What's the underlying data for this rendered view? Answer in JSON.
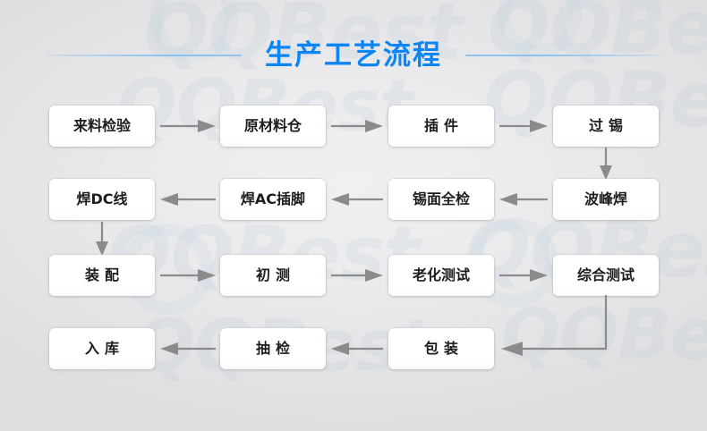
{
  "header": {
    "title": "生产工艺流程",
    "title_color": "#0c85f5",
    "rule_color": "#8cc4ef"
  },
  "background": {
    "base_color": "#e3e3e5",
    "watermark_text": "QQBest",
    "watermark_color": "#aac3d7"
  },
  "flow": {
    "arrow_color": "#8b8b8b",
    "node_fill": "#ffffff",
    "node_text_color": "#1d1d1f",
    "rows": [
      {
        "direction": "left-to-right",
        "nodes": [
          {
            "label": "来料检验",
            "spaced": false
          },
          {
            "label": "原材料仓",
            "spaced": false
          },
          {
            "label": "插件",
            "spaced": true
          },
          {
            "label": "过锡",
            "spaced": true
          }
        ]
      },
      {
        "direction": "right-to-left",
        "nodes": [
          {
            "label": "焊DC线",
            "spaced": false
          },
          {
            "label": "焊AC插脚",
            "spaced": false
          },
          {
            "label": "锡面全检",
            "spaced": false
          },
          {
            "label": "波峰焊",
            "spaced": false
          }
        ]
      },
      {
        "direction": "left-to-right",
        "nodes": [
          {
            "label": "装配",
            "spaced": true
          },
          {
            "label": "初测",
            "spaced": true
          },
          {
            "label": "老化测试",
            "spaced": false
          },
          {
            "label": "综合测试",
            "spaced": false
          }
        ]
      },
      {
        "direction": "right-to-left",
        "nodes": [
          {
            "label": "入库",
            "spaced": true
          },
          {
            "label": "抽检",
            "spaced": true
          },
          {
            "label": "包装",
            "spaced": true
          }
        ]
      }
    ],
    "connectors": [
      {
        "name": "guoxi-to-bofenghan",
        "type": "vertical-down"
      },
      {
        "name": "handcline-to-zhuangpei",
        "type": "vertical-down"
      },
      {
        "name": "zonghe-to-baozhuang",
        "type": "elbow-down-left"
      }
    ]
  }
}
